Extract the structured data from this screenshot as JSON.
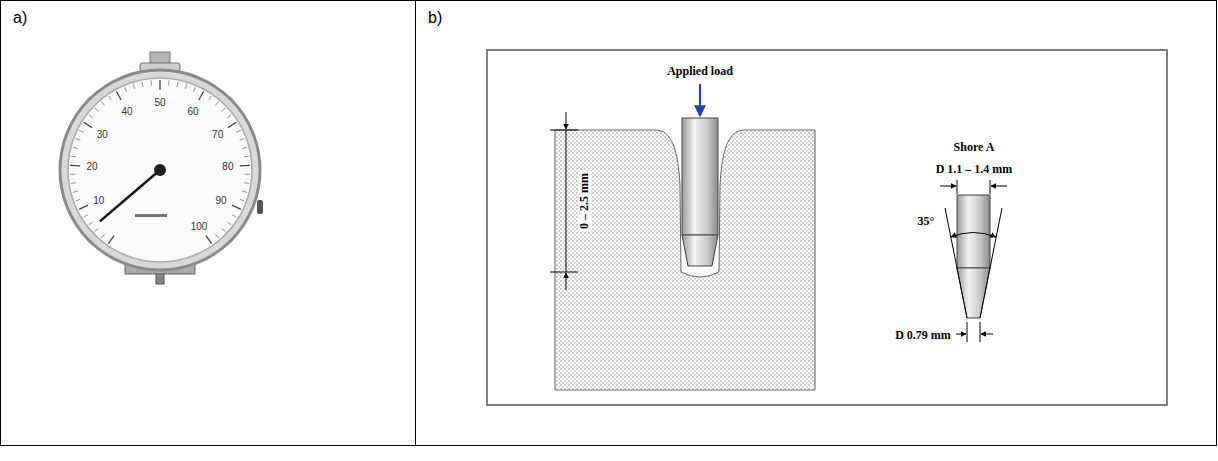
{
  "diagram": {
    "nodes": [
      {
        "text": [
          "a)"
        ]
      },
      {
        "text": [
          "b)"
        ]
      }
    ],
    "labels": [
      "10",
      "20",
      "30",
      "40",
      "50",
      "60",
      "70",
      "80",
      "90",
      "100",
      "Applied load",
      "0 – 2.5 mm",
      "Shore A",
      "D 1.1 – 1.4 mm",
      "35°",
      "D 0.79 mm"
    ]
  }
}
